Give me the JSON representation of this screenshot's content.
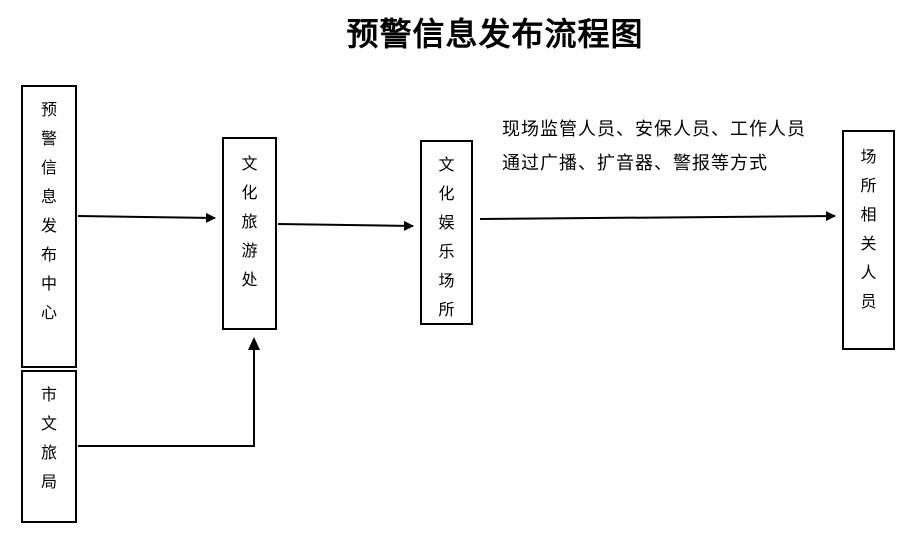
{
  "title": "预警信息发布流程图",
  "nodes": {
    "center": "预警信息发布中心",
    "city_bureau": "市文旅局",
    "dept": "文化旅游处",
    "venue": "文化娱乐场所",
    "people": "场所相关人员"
  },
  "edge_label": "现场监管人员、安保人员、工作人员通过广播、扩音器、警报等方式",
  "colors": {
    "line": "#000000",
    "background": "#ffffff"
  }
}
